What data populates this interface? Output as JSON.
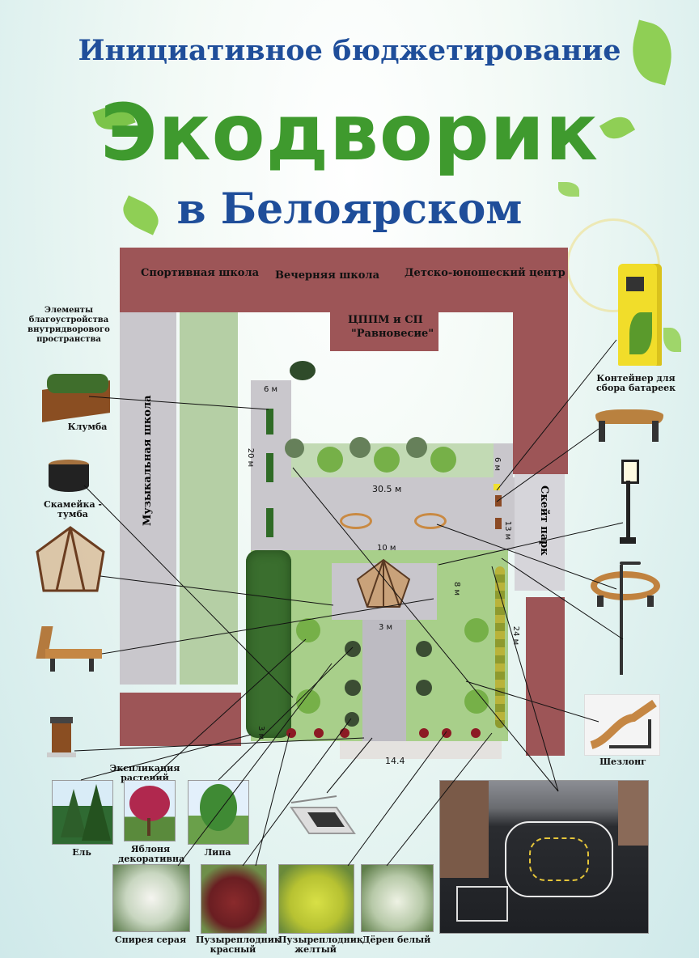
{
  "header": {
    "program": "Инициативное бюджетирование",
    "project": "Экодворик",
    "location": "в Белоярском"
  },
  "buildings": {
    "sport_school": "Спортивная школа",
    "evening_school": "Вечерняя школа",
    "youth_center": "Детско-юношеский центр",
    "cppm_line1": "ЦППМ и СП",
    "cppm_line2": "\"Равновесие\"",
    "music_school": "Музыкальная школа",
    "skate_park": "Скейт парк"
  },
  "dimensions": {
    "d6": "6 м",
    "d20": "20 м",
    "d305": "30.5 м",
    "d10": "10 м",
    "d3": "3 м",
    "d8": "8 м",
    "d24": "24 м",
    "d144": "14.4",
    "d13": "13 м",
    "d6b": "6 м",
    "d3b": "3 м"
  },
  "legend": {
    "elements_title": "Элементы благоустройства внутридворового пространства",
    "flowerbed": "Клумба",
    "bench_tumba": "Скамейка - тумба",
    "battery_container": "Контейнер для сбора батареек",
    "lounger": "Шезлонг",
    "plants_title": "Экспликация растений"
  },
  "plants": {
    "spruce": "Ель",
    "apple": "Яблоня декоративна",
    "linden": "Липа",
    "spirea": "Спирея серая",
    "ninebark_red": "Пузыреплодник красный",
    "ninebark_yellow": "Пузыреплодник желтый",
    "dogwood": "Дёрен белый"
  },
  "colors": {
    "title_blue": "#1f4e9a",
    "title_green": "#3f9a2e",
    "building": "#9d5557",
    "yard_green": "#a8cf8a",
    "pavement": "#c9c7cc"
  }
}
